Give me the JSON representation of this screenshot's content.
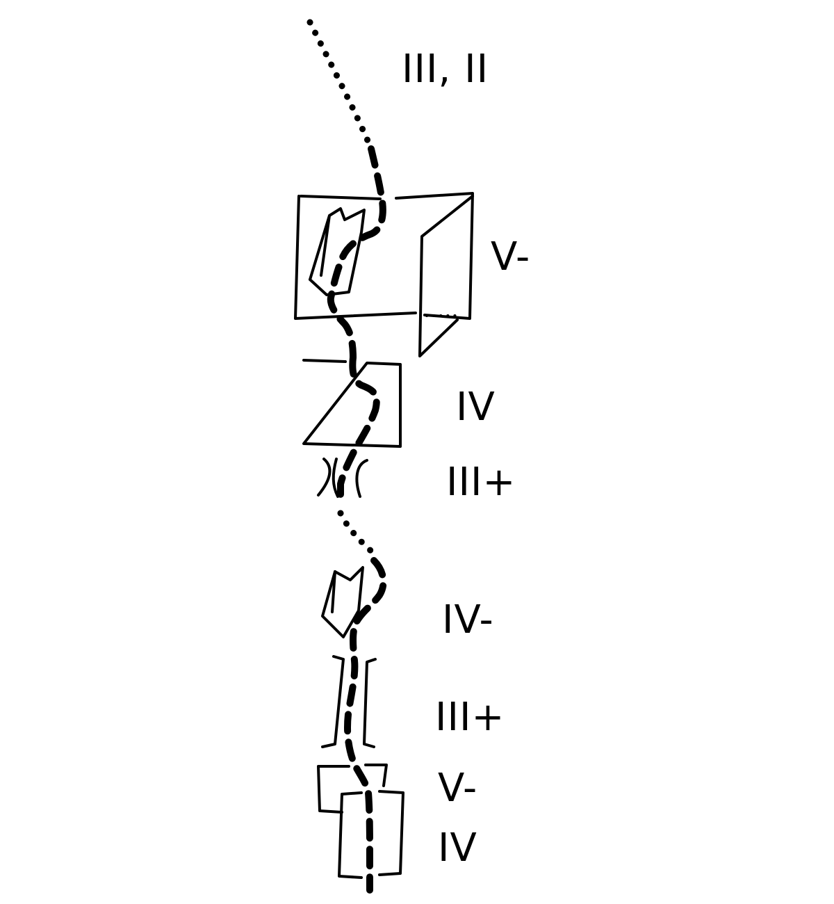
{
  "topo": {
    "grades": [
      {
        "id": "pitch-1",
        "label": "III, II"
      },
      {
        "id": "pitch-2",
        "label": "V-"
      },
      {
        "id": "pitch-3",
        "label": "IV"
      },
      {
        "id": "pitch-4",
        "label": "III+"
      },
      {
        "id": "pitch-5",
        "label": "IV-"
      },
      {
        "id": "pitch-6",
        "label": "III+"
      },
      {
        "id": "pitch-7",
        "label": "V-"
      },
      {
        "id": "pitch-8",
        "label": "IV"
      }
    ],
    "line_color": "#000000",
    "background": "#ffffff"
  }
}
